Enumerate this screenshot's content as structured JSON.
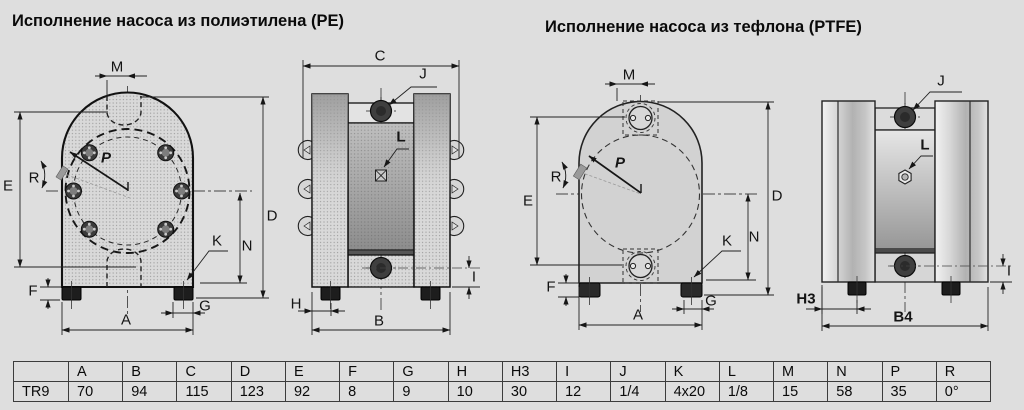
{
  "titles": {
    "pe": "Исполнение насоса из полиэтилена (PE)",
    "ptfe": "Исполнение насоса из тефлона (PTFE)"
  },
  "dim_labels": {
    "A": "A",
    "B": "B",
    "B4": "B4",
    "C": "C",
    "D": "D",
    "E": "E",
    "F": "F",
    "G": "G",
    "H": "H",
    "H3": "H3",
    "I": "I",
    "J": "J",
    "K": "K",
    "L": "L",
    "M": "M",
    "N": "N",
    "P": "P",
    "R": "R"
  },
  "table": {
    "headers": [
      "",
      "A",
      "B",
      "C",
      "D",
      "E",
      "F",
      "G",
      "H",
      "H3",
      "I",
      "J",
      "K",
      "L",
      "M",
      "N",
      "P",
      "R"
    ],
    "rows": [
      [
        "TR9",
        "70",
        "94",
        "115",
        "123",
        "92",
        "8",
        "9",
        "10",
        "30",
        "12",
        "1/4",
        "4x20",
        "1/8",
        "15",
        "58",
        "35",
        "0°"
      ]
    ]
  },
  "colors": {
    "background": "#dedede",
    "line": "#161616",
    "port_fill": "#3f3f3f",
    "foot_fill": "#1d1d1d"
  }
}
